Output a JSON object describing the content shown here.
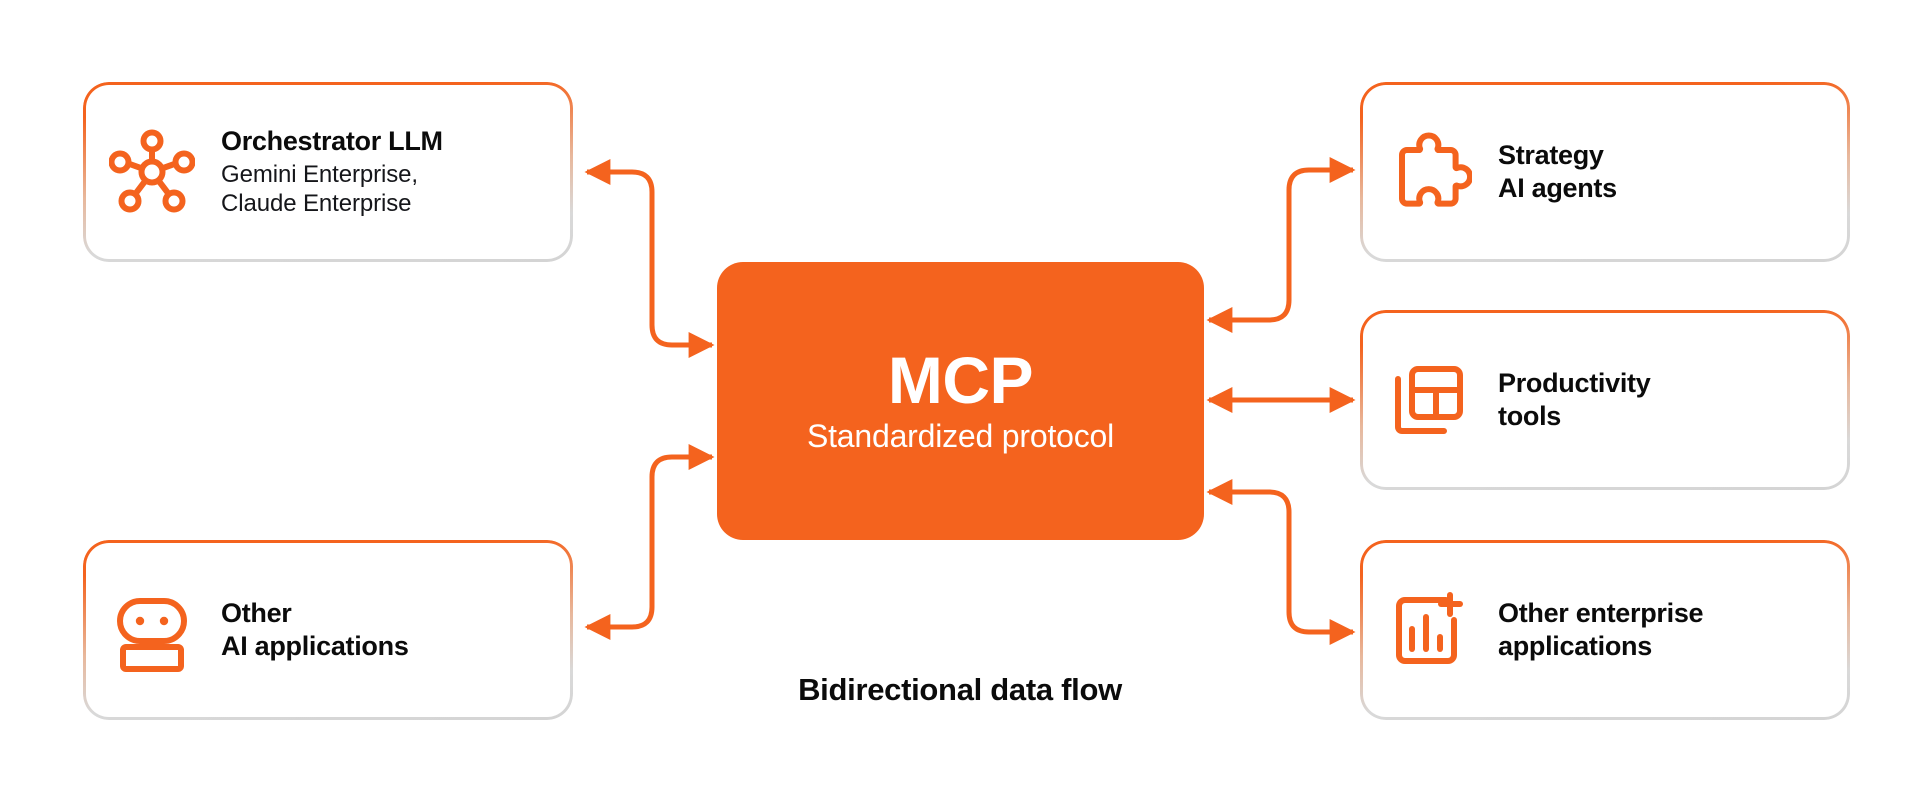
{
  "diagram": {
    "caption": "Bidirectional data flow",
    "accent_color": "#F4631E",
    "hub": {
      "title": "MCP",
      "subtitle": "Standardized protocol"
    },
    "left_nodes": [
      {
        "icon": "hub-network-icon",
        "title": "Orchestrator LLM",
        "subtitle": "Gemini Enterprise,\nClaude Enterprise"
      },
      {
        "icon": "robot-icon",
        "title": "Other\nAI applications",
        "subtitle": ""
      }
    ],
    "right_nodes": [
      {
        "icon": "puzzle-piece-icon",
        "title": "Strategy\nAI agents",
        "subtitle": ""
      },
      {
        "icon": "layout-panels-icon",
        "title": "Productivity\ntools",
        "subtitle": ""
      },
      {
        "icon": "bar-chart-plus-icon",
        "title": "Other enterprise\napplications",
        "subtitle": ""
      }
    ],
    "connectors": [
      {
        "from": "orchestrator",
        "to": "hub",
        "direction": "bidirectional"
      },
      {
        "from": "other-ai-applications",
        "to": "hub",
        "direction": "bidirectional"
      },
      {
        "from": "hub",
        "to": "strategy-ai-agents",
        "direction": "bidirectional"
      },
      {
        "from": "hub",
        "to": "productivity-tools",
        "direction": "bidirectional"
      },
      {
        "from": "hub",
        "to": "other-enterprise-applications",
        "direction": "bidirectional"
      }
    ]
  }
}
